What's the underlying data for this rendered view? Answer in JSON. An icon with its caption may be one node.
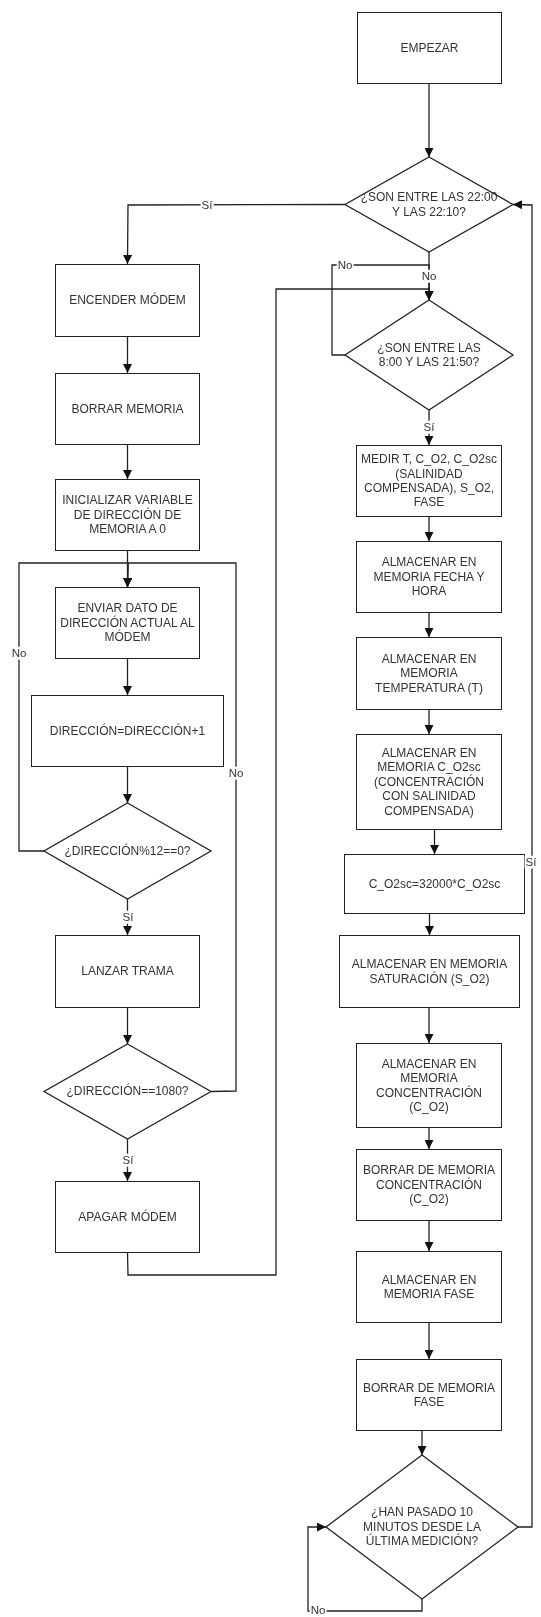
{
  "diagram": {
    "nodes": [
      {
        "text": [
          "EMPEZAR"
        ]
      },
      {
        "text": [
          "¿SON ENTRE LAS 22:00 Y LAS 22:10?"
        ]
      },
      {
        "text": [
          "ENCENDER MÓDEM"
        ]
      },
      {
        "text": [
          "BORRAR MEMORIA"
        ]
      },
      {
        "text": [
          "INICIALIZAR VARIABLE DE DIRECCIÓN DE MEMORIA A 0"
        ]
      },
      {
        "text": [
          "ENVIAR DATO DE DIRECCIÓN ACTUAL AL MÓDEM"
        ]
      },
      {
        "text": [
          "DIRECCIÓN=DIRECCIÓN+1"
        ]
      },
      {
        "text": [
          "¿DIRECCIÓN%12==0?"
        ]
      },
      {
        "text": [
          "LANZAR TRAMA"
        ]
      },
      {
        "text": [
          "¿DIRECCIÓN==1080?"
        ]
      },
      {
        "text": [
          "APAGAR MÓDEM"
        ]
      },
      {
        "text": [
          "¿SON ENTRE LAS 8:00 Y LAS 21:50?"
        ]
      },
      {
        "text": [
          "MEDIR T, C_O2, C_O2sc (SALINIDAD COMPENSADA), S_O2, FASE"
        ]
      },
      {
        "text": [
          "ALMACENAR EN MEMORIA FECHA Y HORA"
        ]
      },
      {
        "text": [
          "ALMACENAR EN MEMORIA TEMPERATURA (T)"
        ]
      },
      {
        "text": [
          "ALMACENAR EN MEMORIA C_O2sc (CONCENTRACIÓN CON SALINIDAD COMPENSADA)"
        ]
      },
      {
        "text": [
          "C_O2sc=32000*C_O2sc"
        ]
      },
      {
        "text": [
          "ALMACENAR EN MEMORIA SATURACIÓN (S_O2)"
        ]
      },
      {
        "text": [
          "ALMACENAR EN MEMORIA CONCENTRACIÓN (C_O2)"
        ]
      },
      {
        "text": [
          "BORRAR DE MEMORIA CONCENTRACIÓN (C_O2)"
        ]
      },
      {
        "text": [
          "ALMACENAR EN MEMORIA FASE"
        ]
      },
      {
        "text": [
          "BORRAR DE MEMORIA FASE"
        ]
      },
      {
        "text": [
          "¿HAN PASADO 10 MINUTOS DESDE LA ÚLTIMA MEDICIÓN?"
        ]
      }
    ],
    "edges": [
      {
        "from": 0,
        "to": 1,
        "arrow": "to"
      },
      {
        "from": 1,
        "to": 2,
        "arrow": "to",
        "label": "Sí"
      },
      {
        "from": 1,
        "to": 11,
        "arrow": "to",
        "label": "No"
      },
      {
        "from": 2,
        "to": 3,
        "arrow": "to"
      },
      {
        "from": 3,
        "to": 4,
        "arrow": "to"
      },
      {
        "from": 4,
        "to": 5,
        "arrow": "to"
      },
      {
        "from": 5,
        "to": 6,
        "arrow": "to"
      },
      {
        "from": 6,
        "to": 7,
        "arrow": "to"
      },
      {
        "from": 7,
        "to": 8,
        "arrow": "to",
        "label": "Sí"
      },
      {
        "from": 7,
        "to": 5,
        "arrow": "to",
        "label": "No"
      },
      {
        "from": 8,
        "to": 9,
        "arrow": "to"
      },
      {
        "from": 9,
        "to": 10,
        "arrow": "to",
        "label": "Sí"
      },
      {
        "from": 9,
        "to": 5,
        "arrow": "to",
        "label": "No"
      },
      {
        "from": 10,
        "to": 11,
        "arrow": "to"
      },
      {
        "from": 11,
        "to": 11,
        "arrow": "to",
        "label": "No"
      },
      {
        "from": 11,
        "to": 12,
        "arrow": "to",
        "label": "Sí"
      },
      {
        "from": 12,
        "to": 13,
        "arrow": "to"
      },
      {
        "from": 13,
        "to": 14,
        "arrow": "to"
      },
      {
        "from": 14,
        "to": 15,
        "arrow": "to"
      },
      {
        "from": 15,
        "to": 16,
        "arrow": "to"
      },
      {
        "from": 16,
        "to": 17,
        "arrow": "to"
      },
      {
        "from": 17,
        "to": 18,
        "arrow": "to"
      },
      {
        "from": 18,
        "to": 19,
        "arrow": "to"
      },
      {
        "from": 19,
        "to": 20,
        "arrow": "to"
      },
      {
        "from": 20,
        "to": 21,
        "arrow": "to"
      },
      {
        "from": 21,
        "to": 22,
        "arrow": "to"
      },
      {
        "from": 22,
        "to": 1,
        "arrow": "to",
        "label": "Sí"
      },
      {
        "from": 22,
        "to": 22,
        "arrow": "to",
        "label": "No"
      }
    ]
  }
}
